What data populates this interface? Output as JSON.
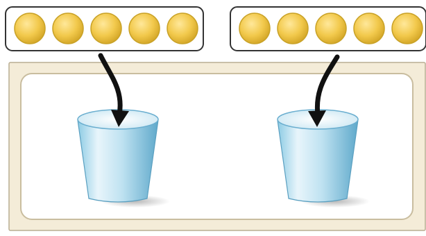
{
  "groups": [
    {
      "counters": 5,
      "counter_color": "#f2c94c"
    },
    {
      "counters": 5,
      "counter_color": "#f2c94c"
    }
  ],
  "cups": [
    {
      "contents_from_group": 1
    },
    {
      "contents_from_group": 2
    }
  ],
  "icons": {
    "counter": "counter-icon",
    "arrow": "arrow-icon",
    "cup": "cup-icon"
  },
  "colors": {
    "counter_fill": "#f2c94c",
    "counter_stroke": "#c9a227",
    "group_border": "#333333",
    "tray_bg": "#f7f1e3",
    "tray_inner": "#ffffff",
    "cup_light": "#e8f5fb",
    "cup_dark": "#6fb7d6",
    "arrow": "#111111"
  }
}
